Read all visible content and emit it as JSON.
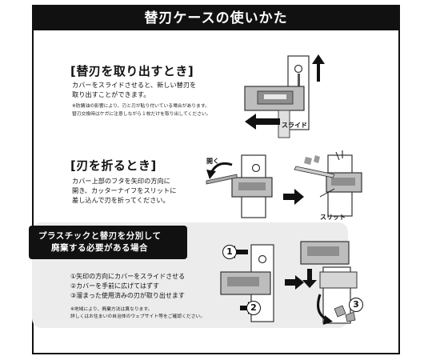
{
  "banner": {
    "title": "替刃ケースの使いかた"
  },
  "section1": {
    "heading": "[替刃を取り出すとき]",
    "body_line1": "カバーをスライドさせると、新しい替刃を",
    "body_line2": "取り出すことができます。",
    "note_line1": "※防錆油の影響により、刃と刃が貼り付いている場合があります。",
    "note_line2": "替刃交換時はケガに注意しながら１枚だけを取り出してください。",
    "label_slide": "スライド"
  },
  "section2": {
    "heading": "[刃を折るとき]",
    "body_line1": "カバー上部のフタを矢印の方向に",
    "body_line2": "開き、カッターナイフをスリットに",
    "body_line3": "差し込んで刃を折ってください。",
    "label_open": "開く",
    "label_slit": "スリット"
  },
  "section3": {
    "title_line1": "プラスチックと替刃を分別して",
    "title_line2": "廃棄する必要がある場合",
    "step1": "①矢印の方向にカバーをスライドさせる",
    "step2": "②カバーを手前に広げてはずす",
    "step3": "③溜まった使用済みの刃が取り出せます",
    "note_line1": "※地域により、廃棄方法は異なります。",
    "note_line2": "詳しくはお住まいの自治体のウェブサイト等をご確認ください。",
    "num1": "1",
    "num2": "2",
    "num3": "3"
  }
}
